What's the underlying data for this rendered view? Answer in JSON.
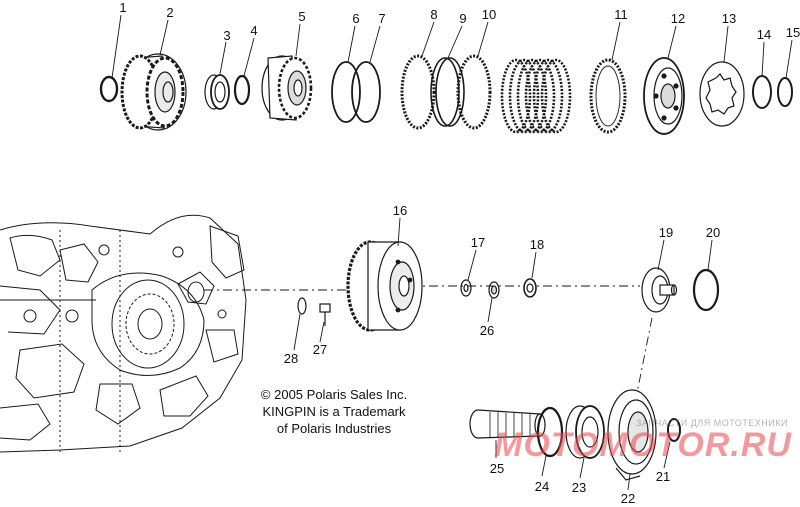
{
  "diagram": {
    "type": "exploded-parts-diagram",
    "callouts": [
      {
        "id": "1",
        "label": "1"
      },
      {
        "id": "2",
        "label": "2"
      },
      {
        "id": "3",
        "label": "3"
      },
      {
        "id": "4",
        "label": "4"
      },
      {
        "id": "5",
        "label": "5"
      },
      {
        "id": "6",
        "label": "6"
      },
      {
        "id": "7",
        "label": "7"
      },
      {
        "id": "8",
        "label": "8"
      },
      {
        "id": "9",
        "label": "9"
      },
      {
        "id": "10",
        "label": "10"
      },
      {
        "id": "11",
        "label": "11"
      },
      {
        "id": "12",
        "label": "12"
      },
      {
        "id": "13",
        "label": "13"
      },
      {
        "id": "14",
        "label": "14"
      },
      {
        "id": "15",
        "label": "15"
      },
      {
        "id": "16",
        "label": "16"
      },
      {
        "id": "17",
        "label": "17"
      },
      {
        "id": "18",
        "label": "18"
      },
      {
        "id": "19",
        "label": "19"
      },
      {
        "id": "20",
        "label": "20"
      },
      {
        "id": "21",
        "label": "21"
      },
      {
        "id": "22",
        "label": "22"
      },
      {
        "id": "23",
        "label": "23"
      },
      {
        "id": "24",
        "label": "24"
      },
      {
        "id": "25",
        "label": "25"
      },
      {
        "id": "26",
        "label": "26"
      },
      {
        "id": "27",
        "label": "27"
      },
      {
        "id": "28",
        "label": "28"
      }
    ],
    "copyright": {
      "line1": "© 2005 Polaris Sales Inc.",
      "line2": "KINGPIN is a Trademark",
      "line3": "of Polaris Industries"
    },
    "watermark": {
      "tagline": "ЗАПЧАСТИ ДЛЯ МОТОТЕХНИКИ",
      "logo": "MOTOMOTOR.RU"
    }
  }
}
